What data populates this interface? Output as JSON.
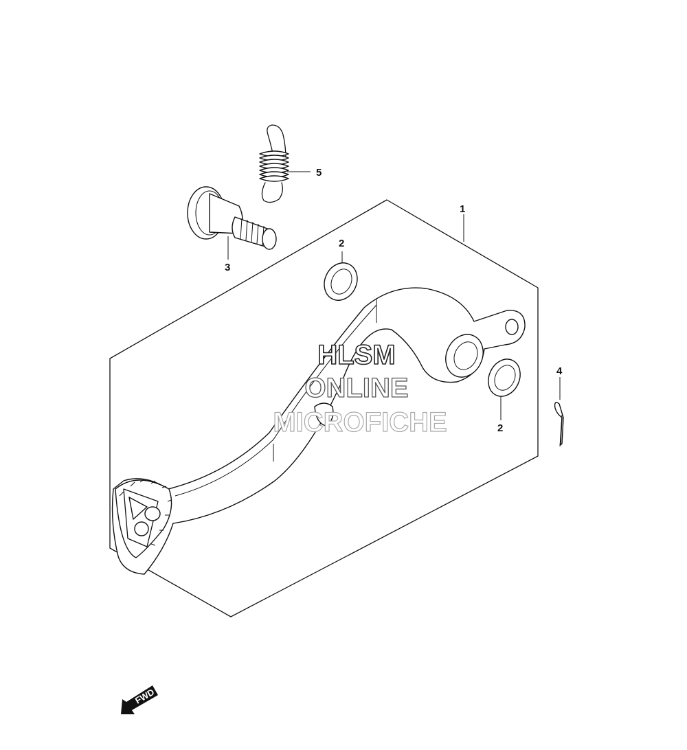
{
  "diagram": {
    "callouts": {
      "part_1": "1",
      "part_2_upper": "2",
      "part_2_lower": "2",
      "part_3": "3",
      "part_4": "4",
      "part_5": "5"
    },
    "watermark": {
      "line1": "HLSM",
      "line2": "ONLINE",
      "line3": "MICROFICHE"
    },
    "direction_arrow": {
      "label": "FWD"
    }
  }
}
